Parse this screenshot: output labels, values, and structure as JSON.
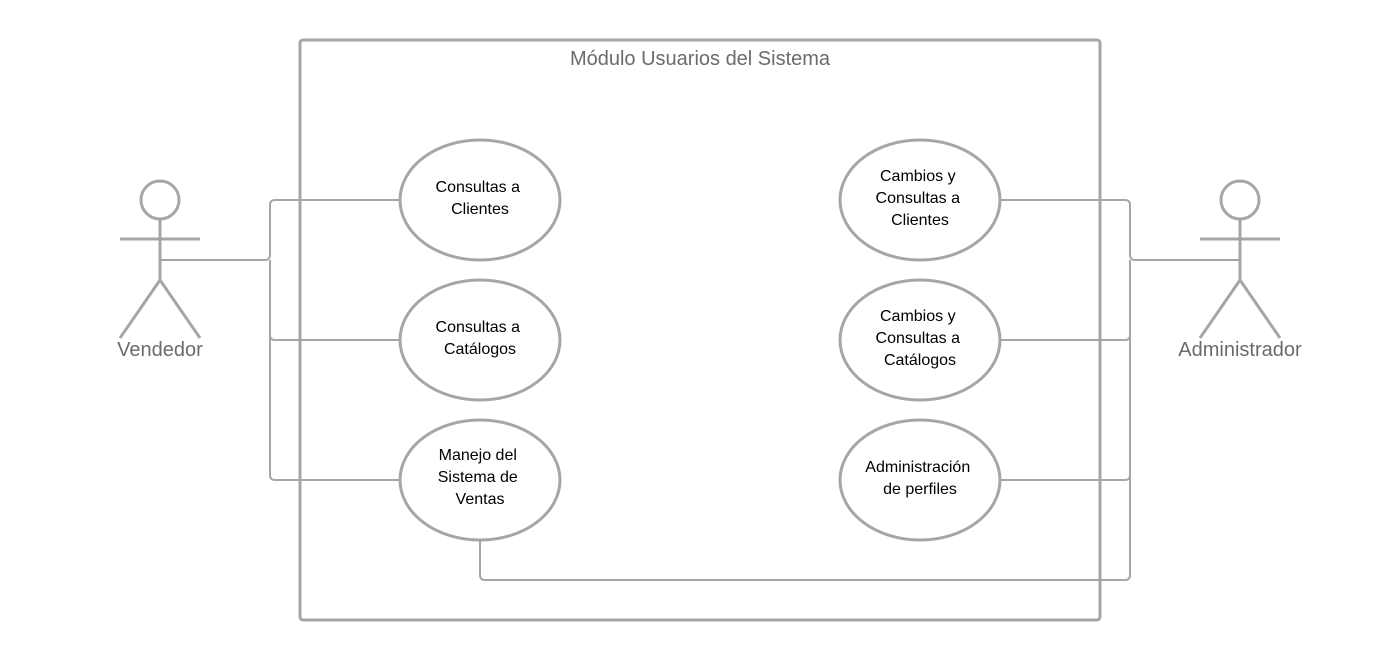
{
  "system": {
    "title": "Módulo Usuarios del Sistema"
  },
  "actors": {
    "left": {
      "label": "Vendedor"
    },
    "right": {
      "label": "Administrador"
    }
  },
  "use_cases": {
    "consultas_clientes": [
      "Consultas a",
      "Clientes"
    ],
    "consultas_catalogos": [
      "Consultas a",
      "Catálogos"
    ],
    "manejo_ventas": [
      "Manejo del",
      "Sistema de",
      "Ventas"
    ],
    "cambios_clientes": [
      "Cambios y",
      "Consultas a",
      "Clientes"
    ],
    "cambios_catalogos": [
      "Cambios y",
      "Consultas a",
      "Catálogos"
    ],
    "admin_perfiles": [
      "Administración",
      "de perfiles"
    ]
  },
  "colors": {
    "stroke": "#a6a6a6",
    "actor_text": "#6b6b6b",
    "use_case_text": "#000000"
  }
}
